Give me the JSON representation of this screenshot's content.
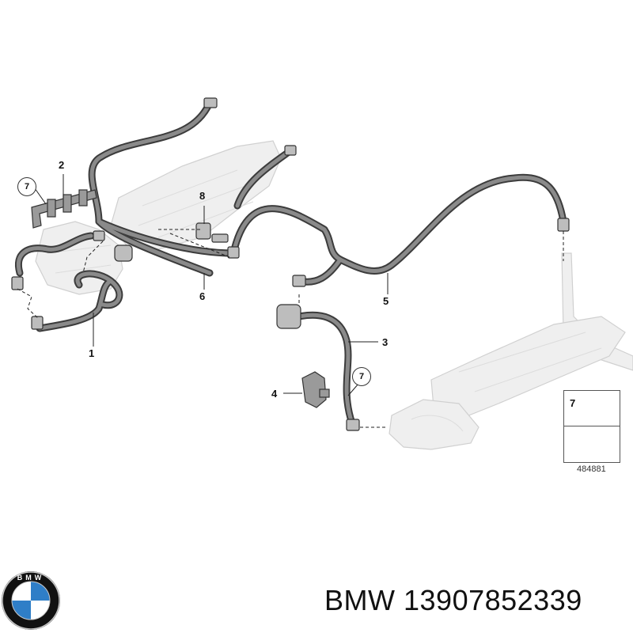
{
  "callouts": [
    {
      "id": "1",
      "label": "1"
    },
    {
      "id": "2",
      "label": "2"
    },
    {
      "id": "3",
      "label": "3"
    },
    {
      "id": "4",
      "label": "4"
    },
    {
      "id": "5",
      "label": "5"
    },
    {
      "id": "6",
      "label": "6"
    },
    {
      "id": "8",
      "label": "8"
    }
  ],
  "circled_callouts": [
    "7",
    "7"
  ],
  "part_box": {
    "number": "7"
  },
  "diagram_id": "484881",
  "brand": {
    "name": "BMW",
    "part_number": "13907852339",
    "logo_text": "BMW",
    "colors": {
      "blue": "#2f7ec7",
      "black": "#111111",
      "silver": "#c8c8c8"
    }
  },
  "colors": {
    "hose": "#6a6a6a",
    "hose_edge": "#3c3c3c",
    "ghost": "#d8d8d8"
  }
}
